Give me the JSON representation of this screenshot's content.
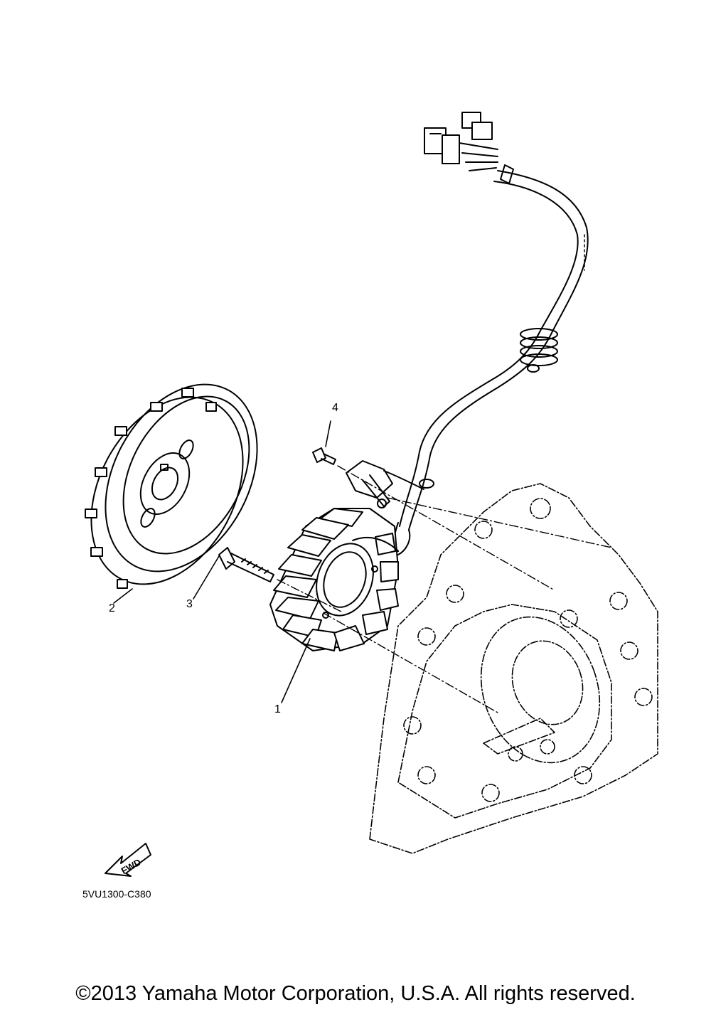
{
  "callouts": {
    "part1": "1",
    "part2": "2",
    "part3": "3",
    "part4": "4"
  },
  "fwd_label": "FWD",
  "diagram_code": "5VU1300-C380",
  "copyright": "©2013 Yamaha Motor Corporation, U.S.A. All rights reserved."
}
